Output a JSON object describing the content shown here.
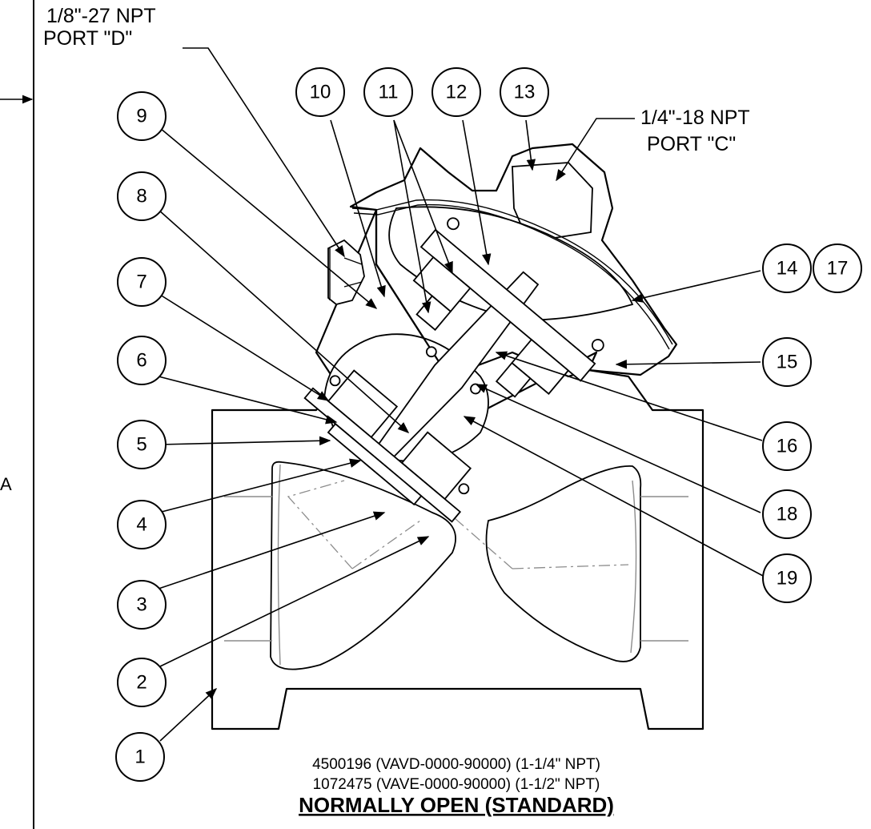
{
  "ports": {
    "port_d_line1": "1/8\"-27 NPT",
    "port_d_line2": "PORT \"D\"",
    "port_c_line1": "1/4\"-18 NPT",
    "port_c_line2": "PORT \"C\""
  },
  "edge_letter": "A",
  "callouts": [
    "1",
    "2",
    "3",
    "4",
    "5",
    "6",
    "7",
    "8",
    "9",
    "10",
    "11",
    "12",
    "13",
    "14",
    "15",
    "16",
    "17",
    "18",
    "19"
  ],
  "footer": {
    "line1": "4500196 (VAVD-0000-90000) (1-1/4\" NPT)",
    "line2": "1072475 (VAVE-0000-90000) (1-1/2\" NPT)",
    "title": "NORMALLY OPEN (STANDARD)"
  }
}
